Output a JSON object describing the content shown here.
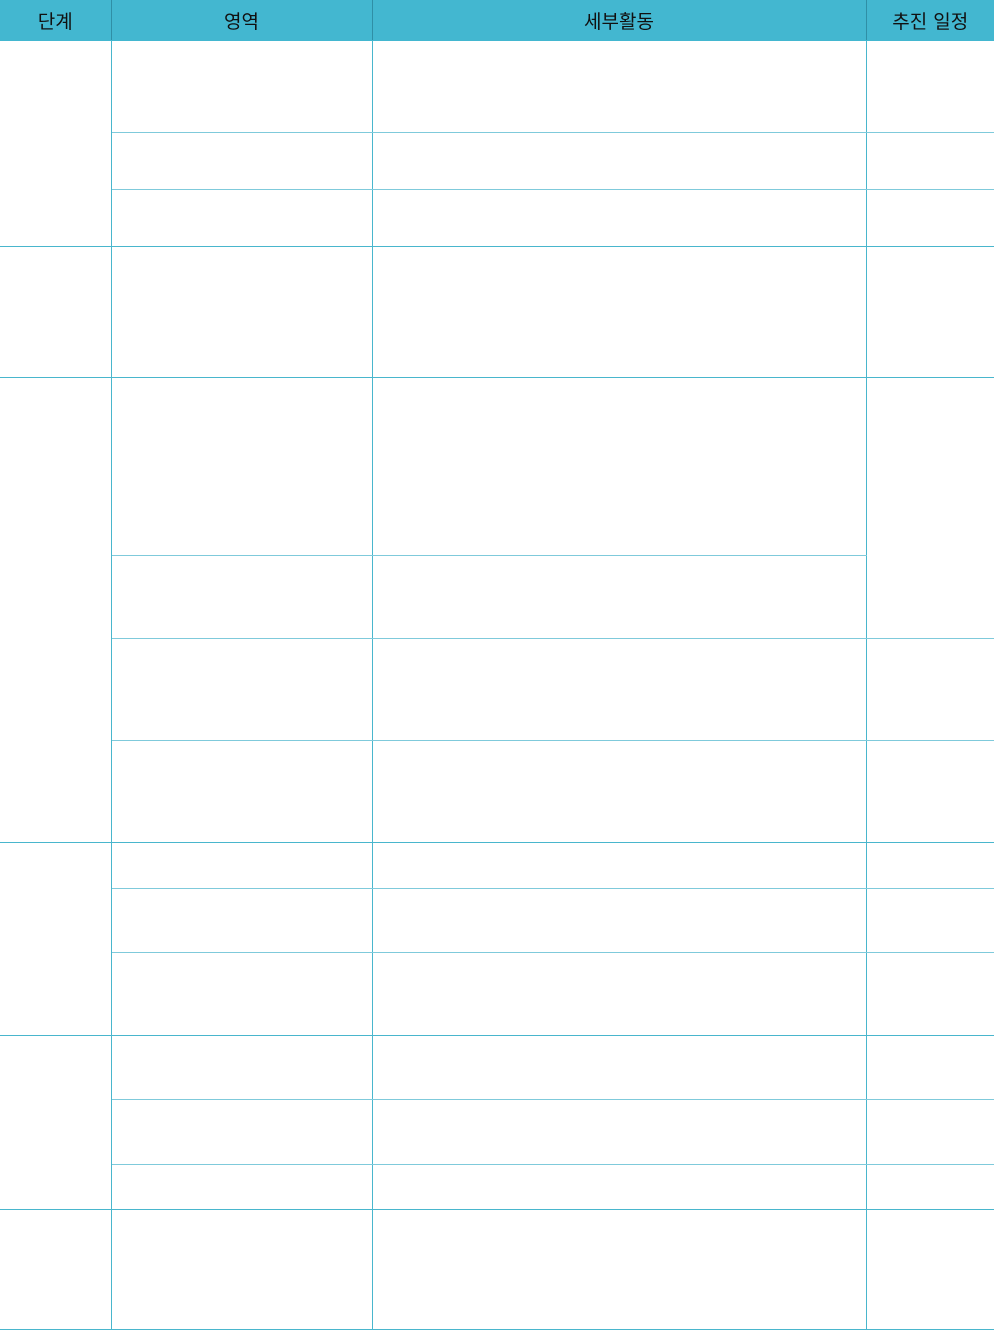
{
  "table": {
    "headers": {
      "stage": "단계",
      "area": "영역",
      "detail": "세부활동",
      "schedule": "추진 일정"
    }
  }
}
